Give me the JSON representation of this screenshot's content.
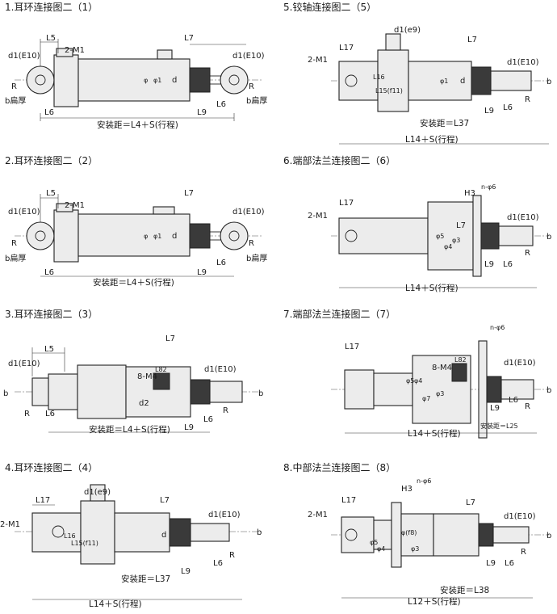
{
  "panels": [
    {
      "title": "1.耳环连接图二（1）",
      "labels": {
        "L5": "L5",
        "m": "2-M1",
        "L7": "L7",
        "d1l": "d1(E10)",
        "d1r": "d1(E10)",
        "R": "R",
        "R2": "R",
        "b": "b扁厚",
        "b2": "b扁厚",
        "phi": "φ",
        "phi1": "φ1",
        "d": "d",
        "L6": "L6",
        "L9": "L9",
        "L6b": "L6",
        "cap": "安装距＝L4＋S(行程)"
      }
    },
    {
      "title": "2.耳环连接图二（2）",
      "labels": {
        "L5": "L5",
        "m": "2-M1",
        "L7": "L7",
        "d1l": "d1(E10)",
        "d1r": "d1(E10)",
        "R": "R",
        "R2": "R",
        "b": "b扁厚",
        "b2": "b扁厚",
        "phi": "φ",
        "phi1": "φ1",
        "d": "d",
        "L6": "L6",
        "L9": "L9",
        "L6b": "L6",
        "cap": "安装距＝L4＋S(行程)"
      }
    },
    {
      "title": "3.耳环连接图二（3）",
      "labels": {
        "L5": "L5",
        "L7": "L7",
        "d1l": "d1(E10)",
        "d1r": "d1(E10)",
        "m4": "8-M4",
        "lbl": "L82",
        "d2": "d2",
        "b": "b",
        "b2": "b",
        "R": "R",
        "R2": "R",
        "L6": "L6",
        "L9": "L9",
        "L6b": "L6",
        "cap": "安装距＝L4＋S(行程)"
      }
    },
    {
      "title": "4.耳环连接图二（4）",
      "labels": {
        "L17": "L17",
        "de9": "d1(e9)",
        "L7": "L7",
        "m": "2-M1",
        "d1r": "d1(E10)",
        "L16": "L16",
        "L15": "L15(f11)",
        "d": "d",
        "b": "b",
        "R": "R",
        "L9": "L9",
        "L6": "L6",
        "cap": "安装距＝L37",
        "cap2": "L14＋S(行程)"
      }
    },
    {
      "title": "5.铰轴连接图二（5）",
      "labels": {
        "L17": "L17",
        "de9": "d1(e9)",
        "L7": "L7",
        "m": "2-M1",
        "d1r": "d1(E10)",
        "L16": "L16",
        "L15": "L15(f11)",
        "phi": "φ1",
        "d": "d",
        "b": "b",
        "R": "R",
        "L9": "L9",
        "L6": "L6",
        "cap": "安装距＝L37",
        "cap2": "L14＋S(行程)"
      }
    },
    {
      "title": "6.端部法兰连接图二（6）",
      "labels": {
        "L17": "L17",
        "H3": "H3",
        "nphi": "n-φ6",
        "m": "2-M1",
        "L7": "L7",
        "d1r": "d1(E10)",
        "phi5": "φ5",
        "phi4": "φ4",
        "phi3": "φ3",
        "b": "b",
        "R": "R",
        "L9": "L9",
        "L6": "L6",
        "cap": "L14＋S(行程)"
      }
    },
    {
      "title": "7.端部法兰连接图二（7）",
      "labels": {
        "L17": "L17",
        "nphi": "n-φ6",
        "m4": "8-M4",
        "lbl": "L82",
        "d1r": "d1(E10)",
        "phi5": "φ5",
        "phi4": "φ4",
        "phi7": "φ7",
        "phi3": "φ3",
        "b": "b",
        "R": "R",
        "L9": "L9",
        "L6": "L6",
        "cap": "安装距＝L25",
        "cap2": "L14＋S(行程)"
      }
    },
    {
      "title": "8.中部法兰连接图二（8）",
      "labels": {
        "L17": "L17",
        "H3": "H3",
        "nphi": "n-φ6",
        "m": "2-M1",
        "L7": "L7",
        "d1r": "d1(E10)",
        "phi5": "φ5",
        "phi4": "φ4",
        "phi8": "φ(f8)",
        "phi3": "φ3",
        "b": "b",
        "R": "R",
        "L9": "L9",
        "L6": "L6",
        "cap": "安装距＝L38",
        "cap2": "L12＋S(行程)"
      }
    }
  ]
}
